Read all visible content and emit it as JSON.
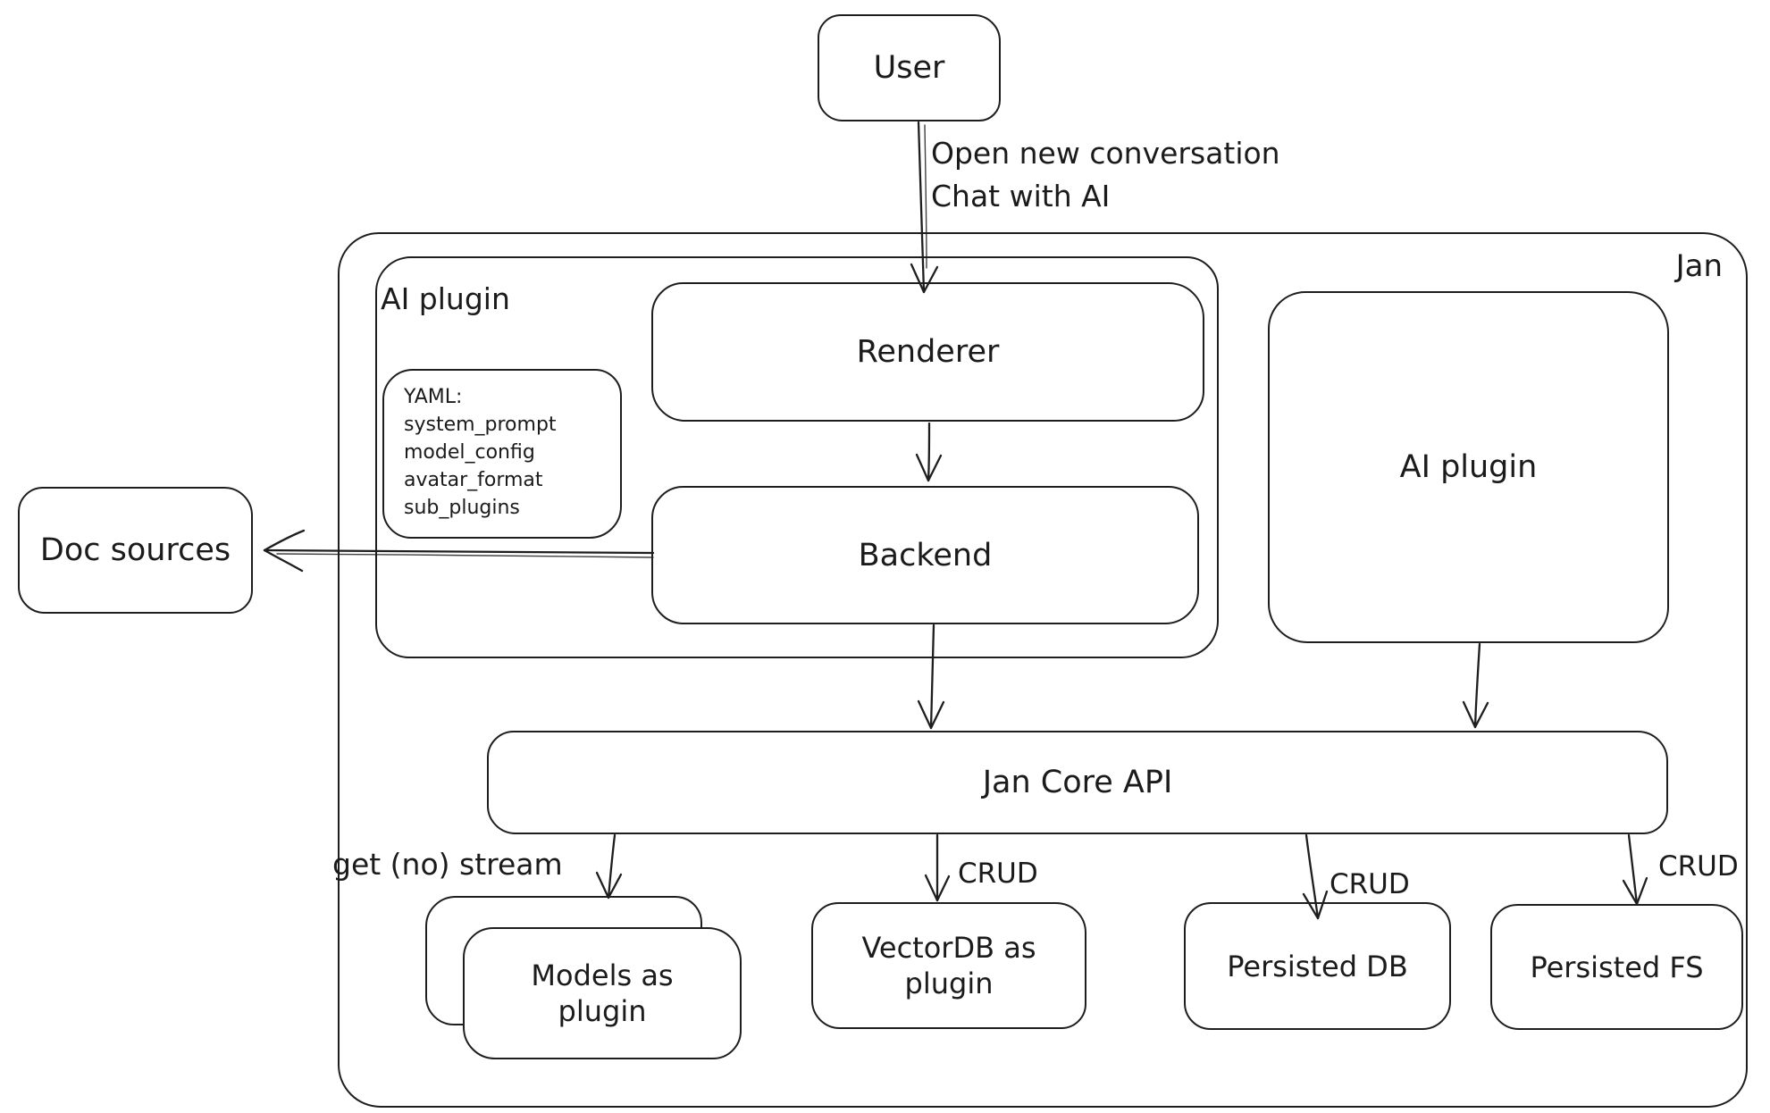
{
  "canvas": {
    "background": "#ffffff",
    "stroke_color": "#1e1e1e",
    "text_color": "#1b1b1b"
  },
  "nodes": {
    "user": {
      "label": "User"
    },
    "jan": {
      "label": "Jan"
    },
    "ai_plugin_left": {
      "label": "AI plugin"
    },
    "renderer": {
      "label": "Renderer"
    },
    "yaml_note": {
      "lines": [
        "YAML:",
        "system_prompt",
        "model_config",
        "avatar_format",
        "sub_plugins"
      ]
    },
    "backend": {
      "label": "Backend"
    },
    "ai_plugin_right": {
      "label": "AI plugin"
    },
    "doc_sources": {
      "label": "Doc sources"
    },
    "jan_core_api": {
      "label": "Jan Core API"
    },
    "models_plugin": {
      "label": "Models as plugin"
    },
    "vectordb_plugin": {
      "label": "VectorDB as plugin"
    },
    "persisted_db": {
      "label": "Persisted DB"
    },
    "persisted_fs": {
      "label": "Persisted FS"
    }
  },
  "edges": {
    "user_action": {
      "line1": "Open new conversation",
      "line2": "Chat with AI"
    },
    "get_stream": {
      "label": "get (no) stream"
    },
    "crud_vectordb": {
      "label": "CRUD"
    },
    "crud_persisted_db": {
      "label": "CRUD"
    },
    "crud_persisted_fs": {
      "label": "CRUD"
    }
  }
}
